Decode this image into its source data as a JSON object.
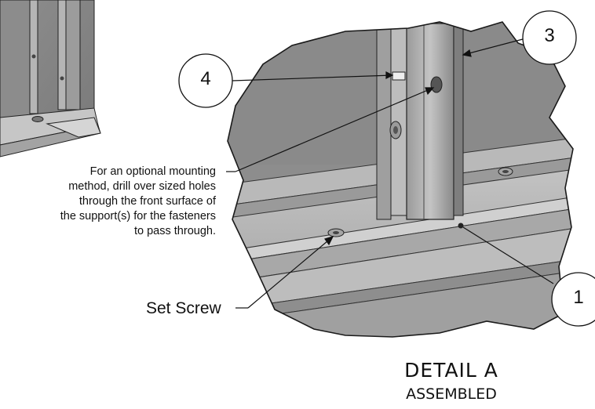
{
  "callouts": {
    "one": "1",
    "three": "3",
    "four": "4"
  },
  "note": {
    "lines": [
      "For an optional mounting",
      "method, drill over sized holes",
      "through the front surface of",
      "the support(s) for the fasteners",
      "to pass through."
    ]
  },
  "labels": {
    "set_screw": "Set Screw"
  },
  "detail": {
    "title": "DETAIL  A",
    "subtitle": "ASSEMBLED"
  }
}
